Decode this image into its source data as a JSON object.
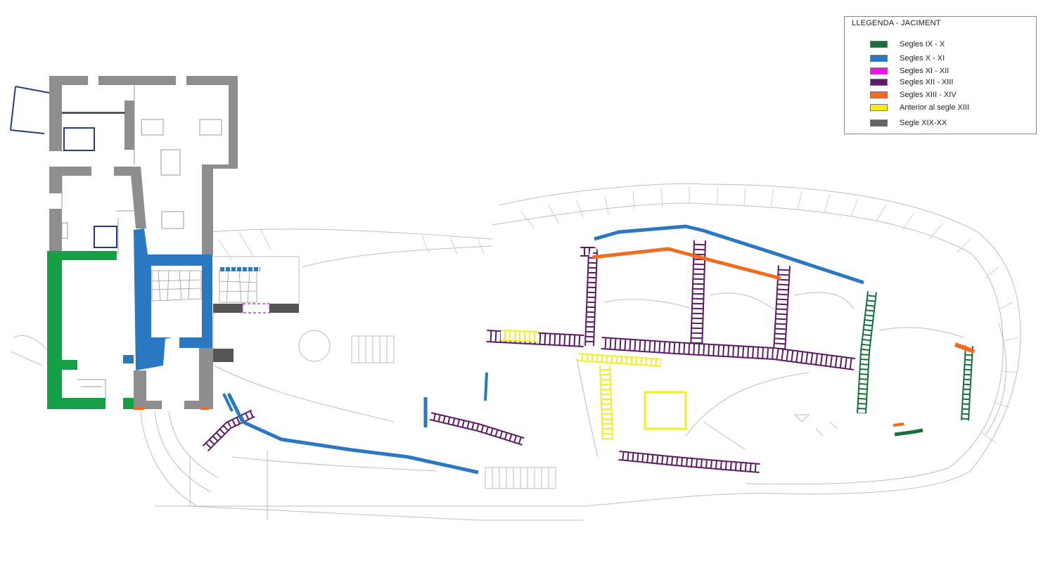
{
  "legend": {
    "title": "LLEGENDA - JACIMENT",
    "items": [
      {
        "label": "Segles IX - X",
        "color": "#17703a"
      },
      {
        "label": "Segles X - XI",
        "color": "#2a78c2"
      },
      {
        "label": "Segles XI - XII",
        "color": "#f010f0"
      },
      {
        "label": "Segles XII - XIII",
        "color": "#5e1a66"
      },
      {
        "label": "Segles  XIII - XIV",
        "color": "#f26b21"
      },
      {
        "label": "Anterior al segle XIII",
        "color": "#f2ee22"
      },
      {
        "label": "Segle XIX-XX",
        "color": "#646464"
      }
    ]
  },
  "colors": {
    "green_solid": "#16a045",
    "blue_solid": "#2a78c2",
    "gray_wall": "#8e8e8e",
    "dark_gray": "#555555",
    "terrain": "#b8b8b8"
  }
}
